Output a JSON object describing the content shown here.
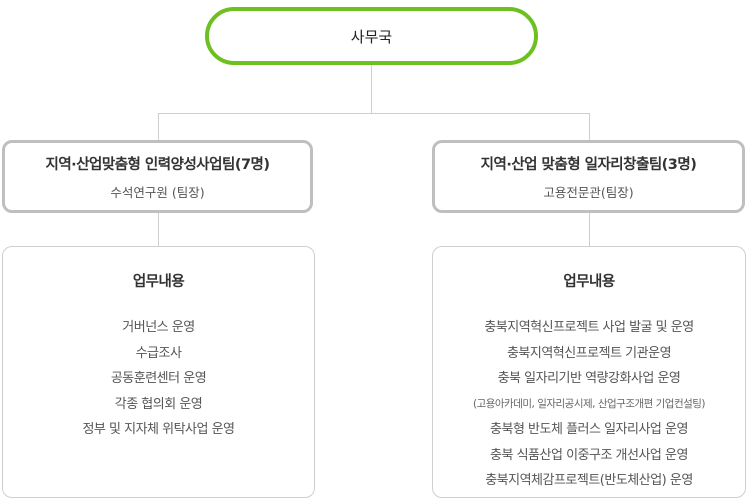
{
  "root": {
    "label": "사무국"
  },
  "teams": [
    {
      "name": "지역·산업맞춤형 인력양성사업팀(7명)",
      "leader": "수석연구원 (팀장)",
      "duties": {
        "title": "업무내용",
        "items": [
          "거버넌스 운영",
          "수급조사",
          "공동훈련센터 운영",
          "각종 협의회 운영",
          "정부 및 지자체 위탁사업 운영"
        ]
      }
    },
    {
      "name": "지역·산업 맞춤형 일자리창출팀(3명)",
      "leader": "고용전문관(팀장)",
      "duties": {
        "title": "업무내용",
        "items": [
          "충북지역혁신프로젝트 사업 발굴 및 운영",
          "충북지역혁신프로젝트 기관운영",
          "충북 일자리기반 역량강화사업 운영",
          "(고용아카데미, 일자리공시제, 산업구조개편 기업컨설팅)",
          "충북형 반도체 플러스 일자리사업 운영",
          "충북 식품산업 이중구조 개선사업 운영",
          "충북지역체감프로젝트(반도체산업) 운영"
        ]
      }
    }
  ],
  "colors": {
    "root_border": "#6cc01f",
    "team_border": "#bfbfbf",
    "line": "#cfcfcf"
  }
}
